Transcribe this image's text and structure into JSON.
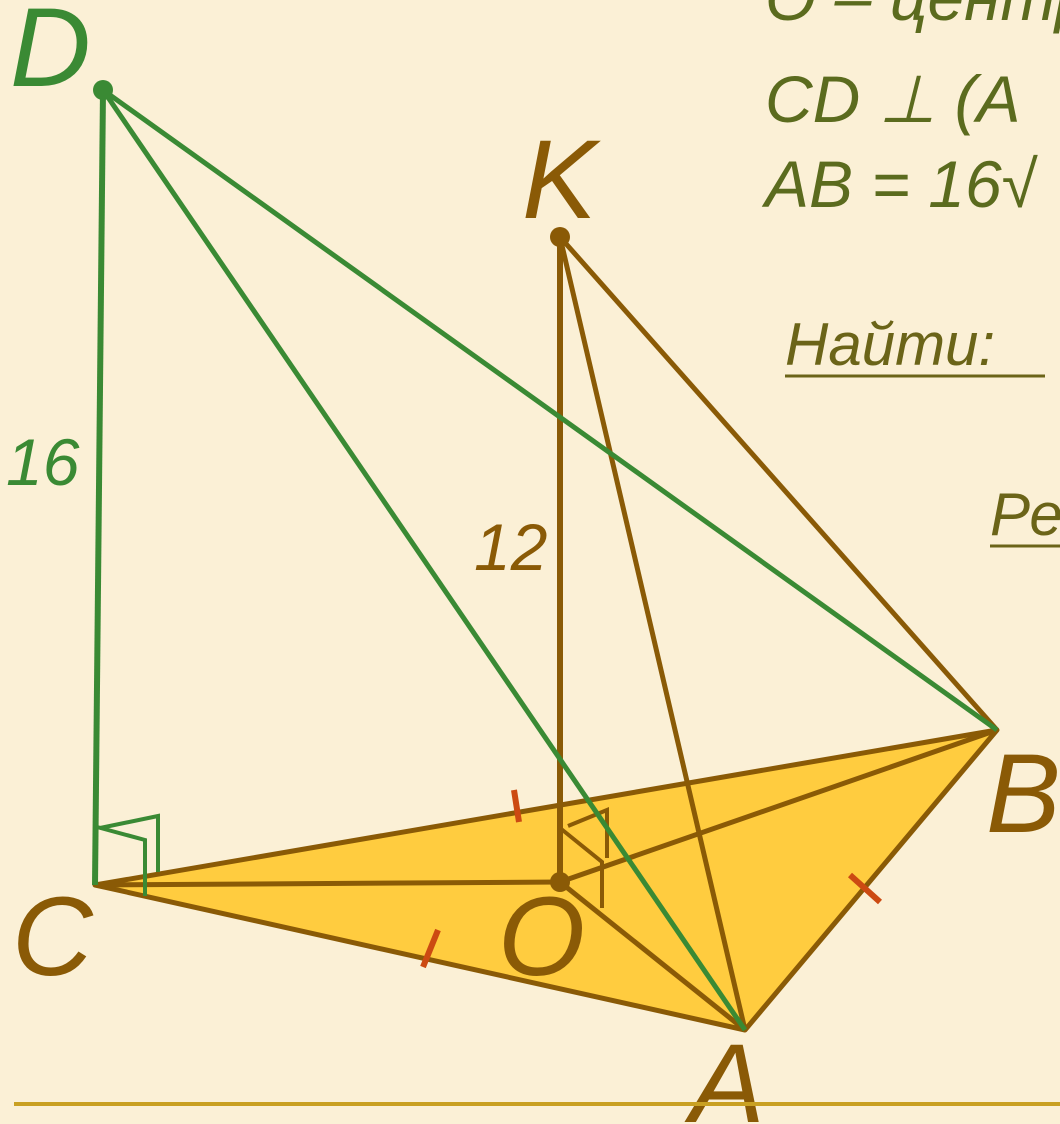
{
  "points": {
    "D": "D",
    "K": "K",
    "B": "B",
    "C": "C",
    "O": "O",
    "A": "A"
  },
  "lengths": {
    "cd": "16",
    "ko": "12"
  },
  "given": {
    "line1": "O – центр",
    "line2": "CD ⊥ (A",
    "line3": "AB = 16√"
  },
  "find_label": "Найти:",
  "solution_label": "Ре",
  "colors": {
    "background": "#fbf0d6",
    "triangle_fill": "#ffcc3f",
    "brown": "#8a5a06",
    "green": "#3a8a34",
    "tick": "#cc4a12",
    "footer_line": "#c9a022"
  }
}
